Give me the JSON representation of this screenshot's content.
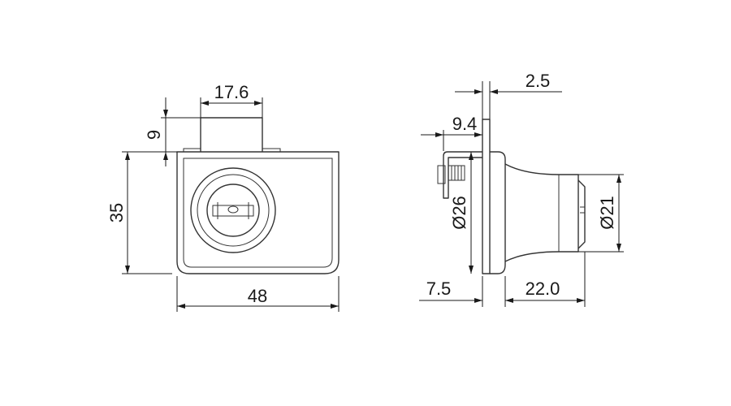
{
  "front_view": {
    "dim_width": "48",
    "dim_height": "35",
    "dim_key_width": "17.6",
    "dim_key_height": "9"
  },
  "side_view": {
    "dim_plate": "2.5",
    "dim_bracket": "9.4",
    "dim_body_dia": "Ø26",
    "dim_knob_dia": "Ø21",
    "dim_left_depth": "7.5",
    "dim_knob_length": "22.0"
  },
  "colors": {
    "line": "#333333",
    "background": "#ffffff"
  }
}
